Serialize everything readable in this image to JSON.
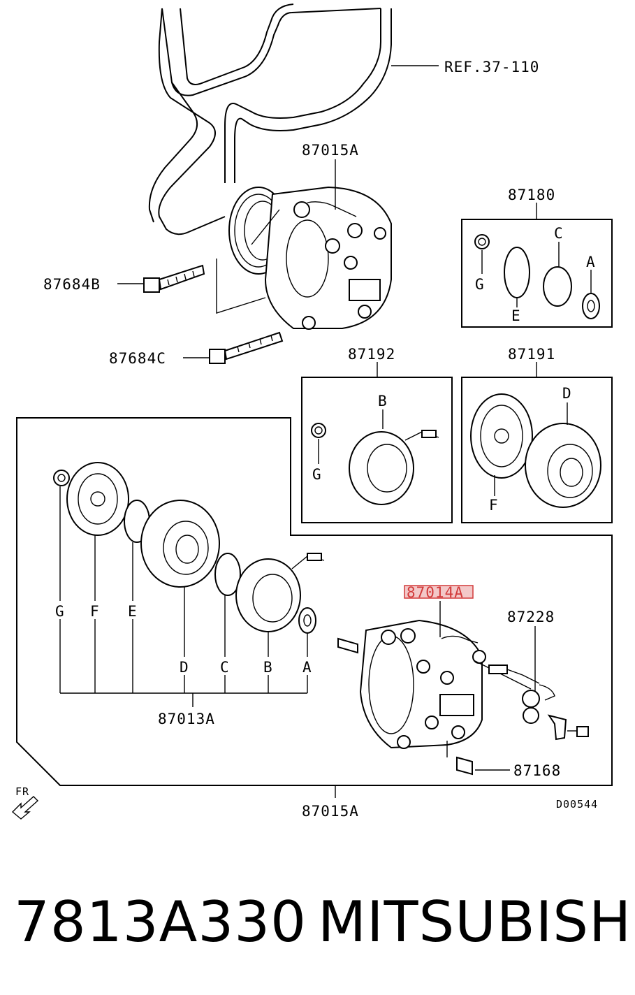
{
  "diagram": {
    "ref_label": "REF.37-110",
    "compressor_assembly_top": "87015A",
    "bolt_upper": "87684B",
    "bolt_lower": "87684C",
    "kit_87180": {
      "title": "87180",
      "parts": [
        "G",
        "E",
        "C",
        "A"
      ]
    },
    "kit_87192": {
      "title": "87192",
      "parts": [
        "B",
        "G"
      ]
    },
    "kit_87191": {
      "title": "87191",
      "parts": [
        "D",
        "F"
      ]
    },
    "clutch_assembly": {
      "title": "87013A",
      "parts": [
        "G",
        "F",
        "E",
        "D",
        "C",
        "B",
        "A"
      ]
    },
    "compressor_label_highlighted": "87014A",
    "switch_label": "87228",
    "valve_label": "87168",
    "compressor_assembly_bottom": "87015A",
    "fr_label": "FR",
    "drawing_code": "D00544",
    "highlight_color": "#d23a3a"
  },
  "footer": {
    "part_number": "7813A330",
    "brand": "MITSUBISHI"
  }
}
